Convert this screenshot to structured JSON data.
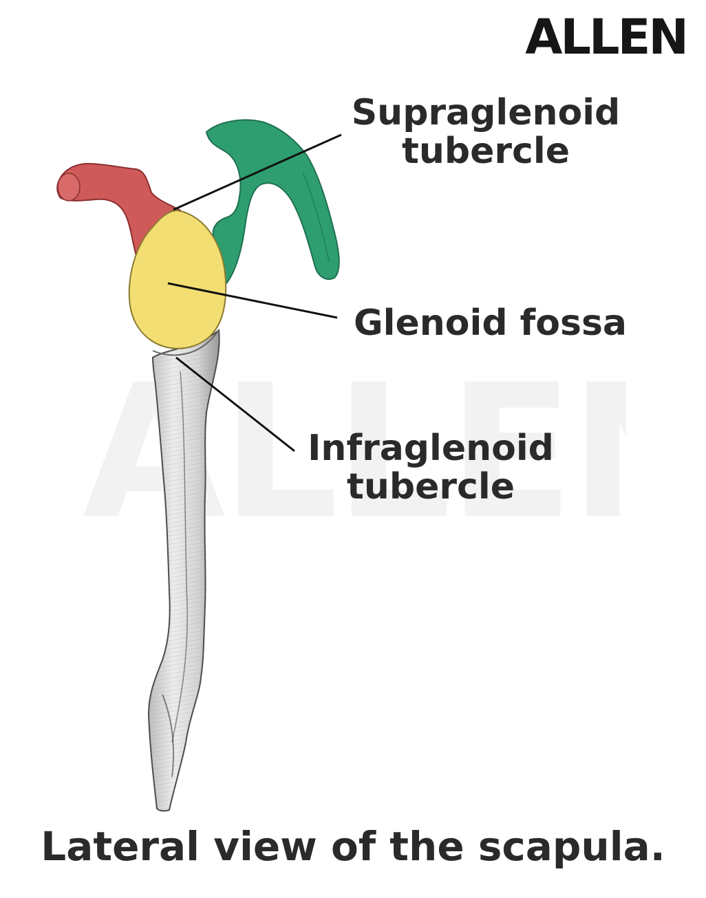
{
  "brand": {
    "logo_text": "ALLEN",
    "watermark_text": "ALLEN"
  },
  "labels": {
    "supraglenoid": {
      "line1": "Supraglenoid",
      "line2": "tubercle"
    },
    "glenoid": {
      "line1": "Glenoid fossa"
    },
    "infraglenoid": {
      "line1": "Infraglenoid",
      "line2": "tubercle"
    }
  },
  "caption": "Lateral view of the scapula.",
  "colors": {
    "acromion": "#cf5a5a",
    "coracoid": "#2e9e70",
    "glenoid": "#f2de73",
    "bone": "#d9d9d9",
    "text": "#2a2a2a",
    "leader": "#111111"
  }
}
